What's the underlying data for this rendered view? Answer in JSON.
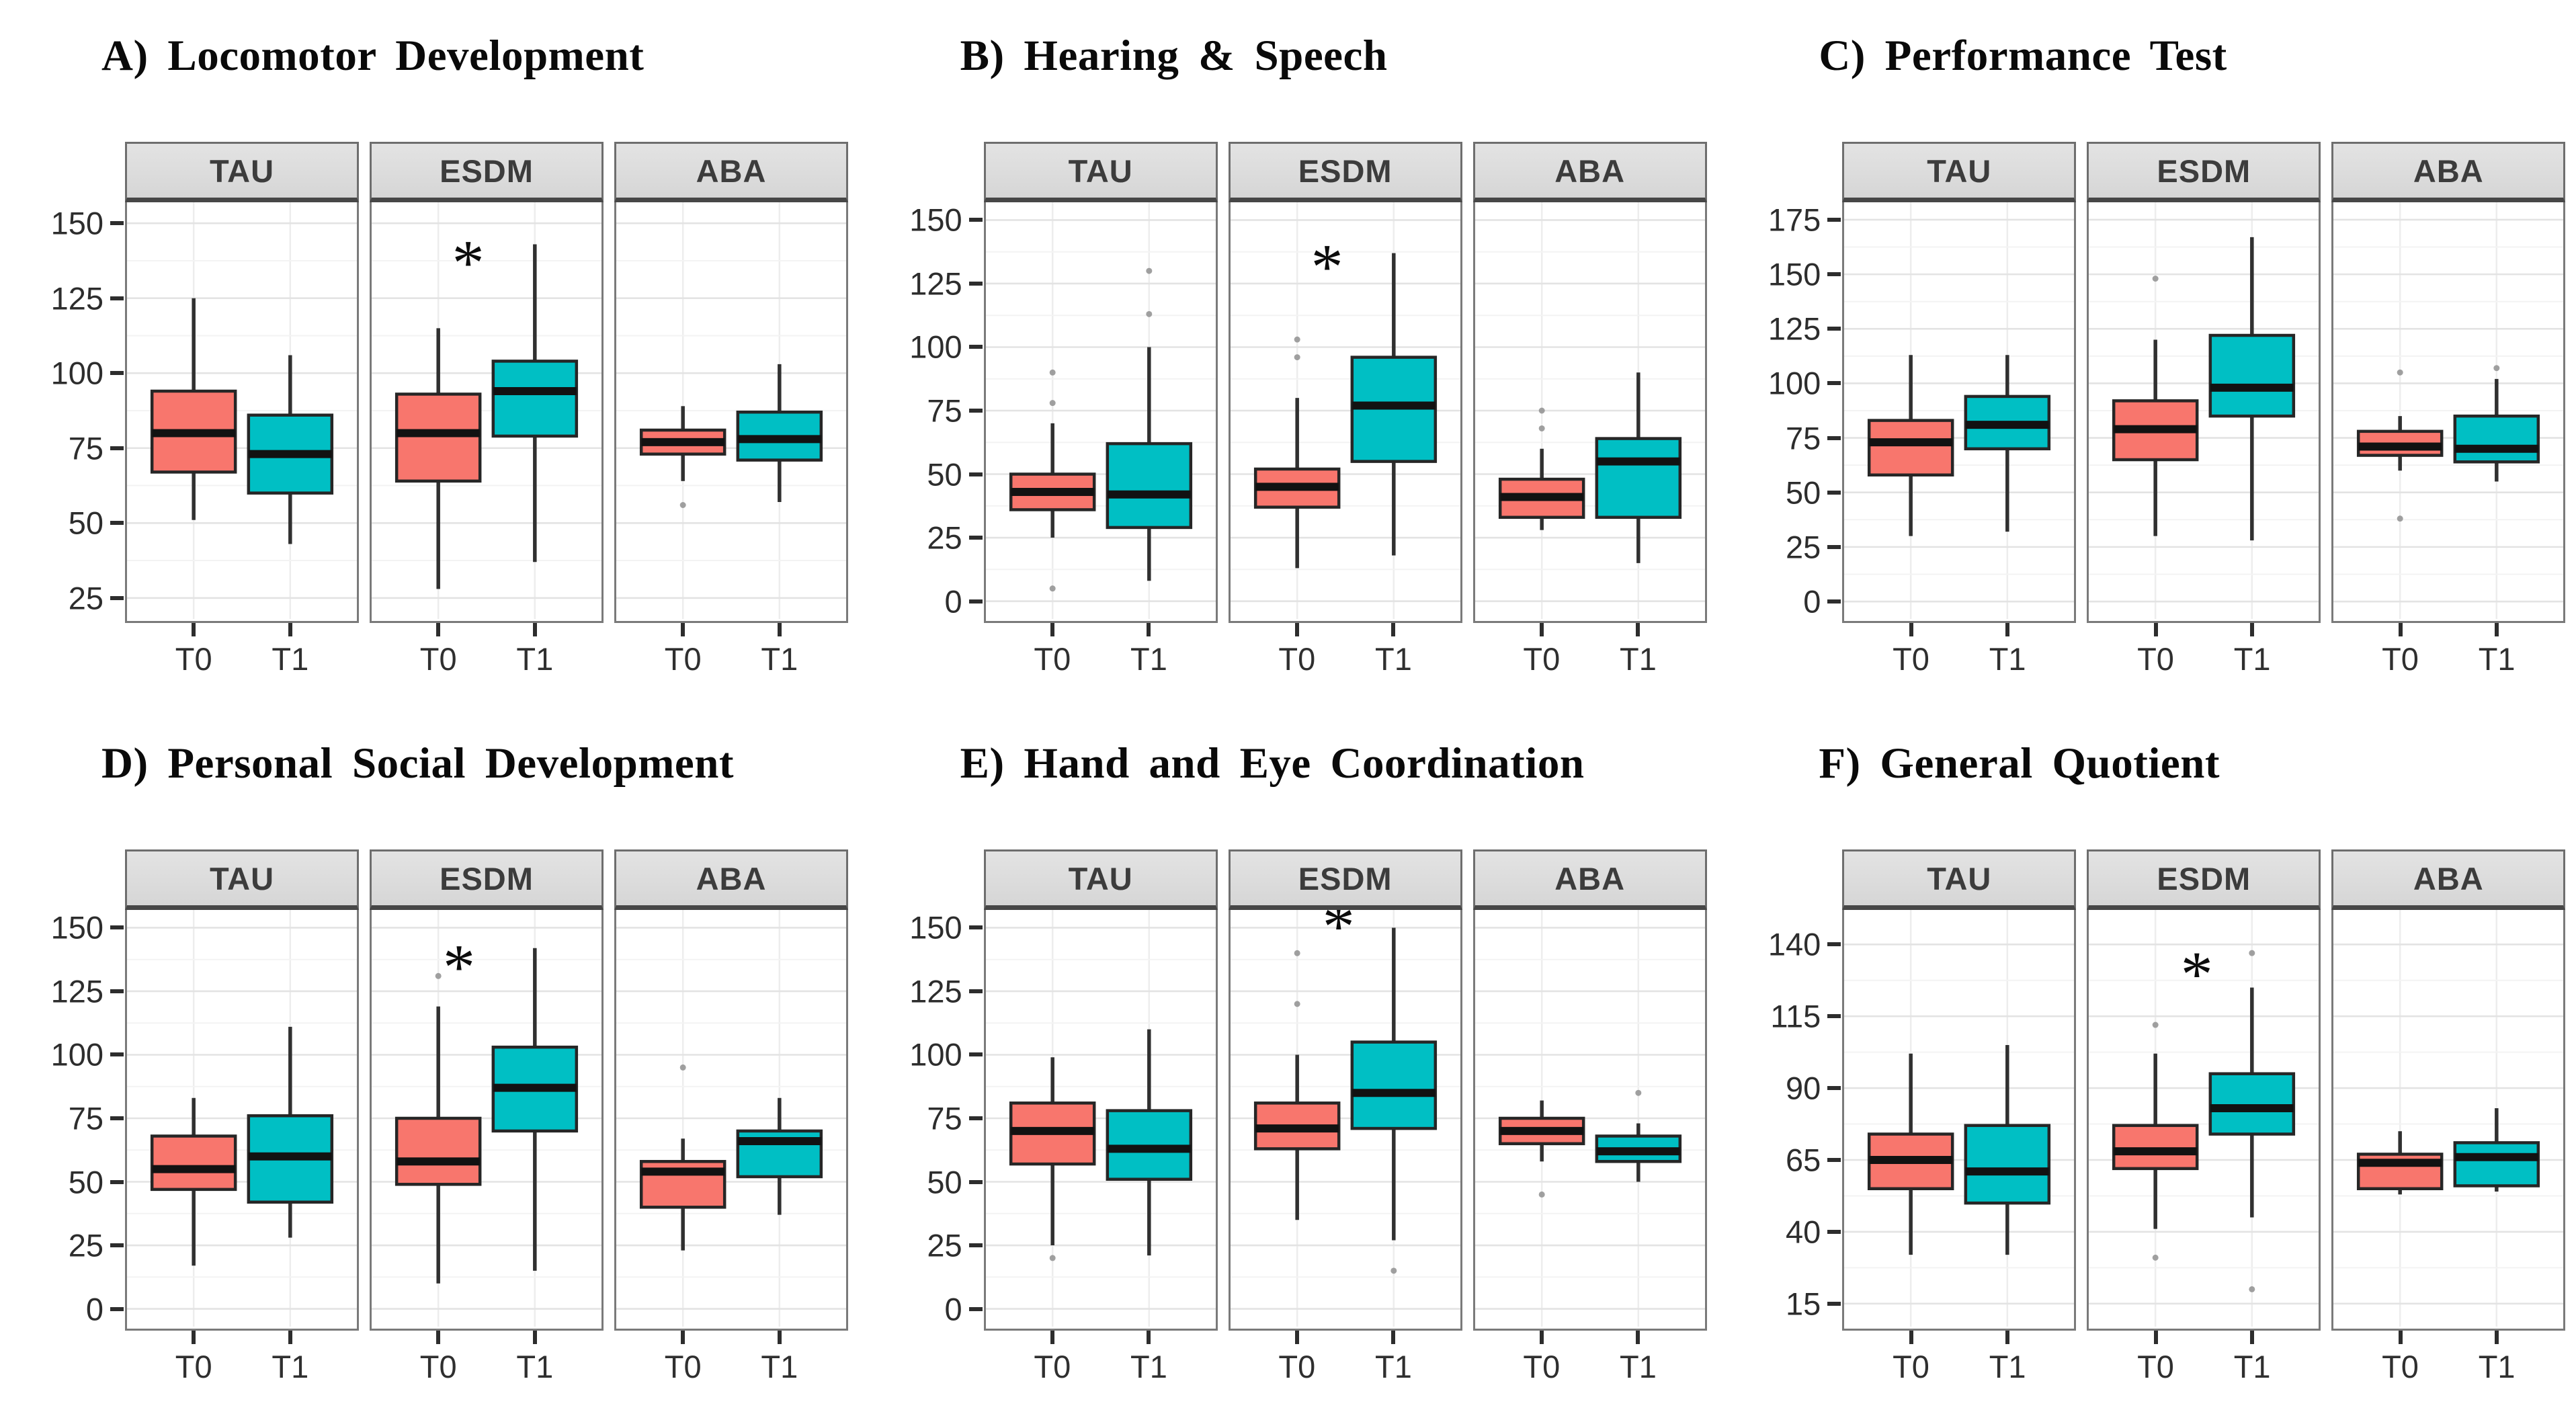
{
  "significance_marker": "*",
  "colors": {
    "t0": "#F8766D",
    "t1": "#00BFC4",
    "box_stroke": "#262626",
    "grid_major": "#e3e3e3",
    "grid_minor": "#f3f3f3",
    "outlier": "#8f8f8f",
    "strip_bg": "#dcdcdc"
  },
  "chart_data": [
    {
      "id": "A",
      "type": "boxplot",
      "title": "A) Locomotor Development",
      "x_categories": [
        "T0",
        "T1"
      ],
      "y_ticks": [
        150,
        125,
        100,
        75,
        50,
        25
      ],
      "y_min": 18,
      "y_max": 157,
      "grid": true,
      "facets": [
        {
          "label": "TAU",
          "boxes": [
            {
              "t": "T0",
              "lo": 51,
              "q1": 67,
              "med": 80,
              "q3": 94,
              "hi": 125,
              "out": []
            },
            {
              "t": "T1",
              "lo": 43,
              "q1": 60,
              "med": 73,
              "q3": 86,
              "hi": 106,
              "out": []
            }
          ]
        },
        {
          "label": "ESDM",
          "star": {
            "x": 0.42,
            "y": 138
          },
          "boxes": [
            {
              "t": "T0",
              "lo": 28,
              "q1": 64,
              "med": 80,
              "q3": 93,
              "hi": 115,
              "out": []
            },
            {
              "t": "T1",
              "lo": 37,
              "q1": 79,
              "med": 94,
              "q3": 104,
              "hi": 143,
              "out": []
            }
          ]
        },
        {
          "label": "ABA",
          "boxes": [
            {
              "t": "T0",
              "lo": 64,
              "q1": 73,
              "med": 77,
              "q3": 81,
              "hi": 89,
              "out": [
                56
              ]
            },
            {
              "t": "T1",
              "lo": 57,
              "q1": 71,
              "med": 78,
              "q3": 87,
              "hi": 103,
              "out": []
            }
          ]
        }
      ]
    },
    {
      "id": "B",
      "type": "boxplot",
      "title": "B) Hearing & Speech",
      "x_categories": [
        "T0",
        "T1"
      ],
      "y_ticks": [
        150,
        125,
        100,
        75,
        50,
        25,
        0
      ],
      "y_min": -7,
      "y_max": 157,
      "grid": true,
      "facets": [
        {
          "label": "TAU",
          "boxes": [
            {
              "t": "T0",
              "lo": 25,
              "q1": 36,
              "med": 43,
              "q3": 50,
              "hi": 70,
              "out": [
                78,
                90,
                5
              ]
            },
            {
              "t": "T1",
              "lo": 8,
              "q1": 29,
              "med": 42,
              "q3": 62,
              "hi": 100,
              "out": [
                113,
                130
              ]
            }
          ]
        },
        {
          "label": "ESDM",
          "star": {
            "x": 0.42,
            "y": 133
          },
          "boxes": [
            {
              "t": "T0",
              "lo": 13,
              "q1": 37,
              "med": 45,
              "q3": 52,
              "hi": 80,
              "out": [
                96,
                103
              ]
            },
            {
              "t": "T1",
              "lo": 18,
              "q1": 55,
              "med": 77,
              "q3": 96,
              "hi": 137,
              "out": []
            }
          ]
        },
        {
          "label": "ABA",
          "boxes": [
            {
              "t": "T0",
              "lo": 28,
              "q1": 33,
              "med": 41,
              "q3": 48,
              "hi": 60,
              "out": [
                68,
                75
              ]
            },
            {
              "t": "T1",
              "lo": 15,
              "q1": 33,
              "med": 55,
              "q3": 64,
              "hi": 90,
              "out": []
            }
          ]
        }
      ]
    },
    {
      "id": "C",
      "type": "boxplot",
      "title": "C) Performance Test",
      "x_categories": [
        "T0",
        "T1"
      ],
      "y_ticks": [
        175,
        150,
        125,
        100,
        75,
        50,
        25,
        0
      ],
      "y_min": -8,
      "y_max": 183,
      "grid": true,
      "facets": [
        {
          "label": "TAU",
          "boxes": [
            {
              "t": "T0",
              "lo": 30,
              "q1": 58,
              "med": 73,
              "q3": 83,
              "hi": 113,
              "out": []
            },
            {
              "t": "T1",
              "lo": 32,
              "q1": 70,
              "med": 81,
              "q3": 94,
              "hi": 113,
              "out": []
            }
          ]
        },
        {
          "label": "ESDM",
          "boxes": [
            {
              "t": "T0",
              "lo": 30,
              "q1": 65,
              "med": 79,
              "q3": 92,
              "hi": 120,
              "out": [
                148
              ]
            },
            {
              "t": "T1",
              "lo": 28,
              "q1": 85,
              "med": 98,
              "q3": 122,
              "hi": 167,
              "out": []
            }
          ]
        },
        {
          "label": "ABA",
          "boxes": [
            {
              "t": "T0",
              "lo": 60,
              "q1": 67,
              "med": 71,
              "q3": 78,
              "hi": 85,
              "out": [
                105,
                38
              ]
            },
            {
              "t": "T1",
              "lo": 55,
              "q1": 64,
              "med": 70,
              "q3": 85,
              "hi": 102,
              "out": [
                107
              ]
            }
          ]
        }
      ]
    },
    {
      "id": "D",
      "type": "boxplot",
      "title": "D) Personal Social Development",
      "x_categories": [
        "T0",
        "T1"
      ],
      "y_ticks": [
        150,
        125,
        100,
        75,
        50,
        25,
        0
      ],
      "y_min": -7,
      "y_max": 157,
      "grid": true,
      "facets": [
        {
          "label": "TAU",
          "boxes": [
            {
              "t": "T0",
              "lo": 17,
              "q1": 47,
              "med": 55,
              "q3": 68,
              "hi": 83,
              "out": []
            },
            {
              "t": "T1",
              "lo": 28,
              "q1": 42,
              "med": 60,
              "q3": 76,
              "hi": 111,
              "out": []
            }
          ]
        },
        {
          "label": "ESDM",
          "star": {
            "x": 0.38,
            "y": 136
          },
          "boxes": [
            {
              "t": "T0",
              "lo": 10,
              "q1": 49,
              "med": 58,
              "q3": 75,
              "hi": 119,
              "out": [
                131
              ]
            },
            {
              "t": "T1",
              "lo": 15,
              "q1": 70,
              "med": 87,
              "q3": 103,
              "hi": 142,
              "out": []
            }
          ]
        },
        {
          "label": "ABA",
          "boxes": [
            {
              "t": "T0",
              "lo": 23,
              "q1": 40,
              "med": 54,
              "q3": 58,
              "hi": 67,
              "out": [
                95
              ]
            },
            {
              "t": "T1",
              "lo": 37,
              "q1": 52,
              "med": 66,
              "q3": 70,
              "hi": 83,
              "out": []
            }
          ]
        }
      ]
    },
    {
      "id": "E",
      "type": "boxplot",
      "title": "E) Hand and Eye Coordination",
      "x_categories": [
        "T0",
        "T1"
      ],
      "y_ticks": [
        150,
        125,
        100,
        75,
        50,
        25,
        0
      ],
      "y_min": -7,
      "y_max": 157,
      "grid": true,
      "facets": [
        {
          "label": "TAU",
          "boxes": [
            {
              "t": "T0",
              "lo": 25,
              "q1": 57,
              "med": 70,
              "q3": 81,
              "hi": 99,
              "out": [
                20
              ]
            },
            {
              "t": "T1",
              "lo": 21,
              "q1": 51,
              "med": 63,
              "q3": 78,
              "hi": 110,
              "out": []
            }
          ]
        },
        {
          "label": "ESDM",
          "star": {
            "x": 0.47,
            "y": 152
          },
          "boxes": [
            {
              "t": "T0",
              "lo": 35,
              "q1": 63,
              "med": 71,
              "q3": 81,
              "hi": 100,
              "out": [
                120,
                140
              ]
            },
            {
              "t": "T1",
              "lo": 27,
              "q1": 71,
              "med": 85,
              "q3": 105,
              "hi": 150,
              "out": [
                15
              ]
            }
          ]
        },
        {
          "label": "ABA",
          "boxes": [
            {
              "t": "T0",
              "lo": 58,
              "q1": 65,
              "med": 70,
              "q3": 75,
              "hi": 82,
              "out": [
                45
              ]
            },
            {
              "t": "T1",
              "lo": 50,
              "q1": 58,
              "med": 62,
              "q3": 68,
              "hi": 73,
              "out": [
                85
              ]
            }
          ]
        }
      ]
    },
    {
      "id": "F",
      "type": "boxplot",
      "title": "F) General Quotient",
      "x_categories": [
        "T0",
        "T1"
      ],
      "y_ticks": [
        140,
        115,
        90,
        65,
        40,
        15
      ],
      "y_min": 7,
      "y_max": 152,
      "grid": true,
      "facets": [
        {
          "label": "TAU",
          "boxes": [
            {
              "t": "T0",
              "lo": 32,
              "q1": 55,
              "med": 65,
              "q3": 74,
              "hi": 102,
              "out": []
            },
            {
              "t": "T1",
              "lo": 32,
              "q1": 50,
              "med": 61,
              "q3": 77,
              "hi": 105,
              "out": []
            }
          ]
        },
        {
          "label": "ESDM",
          "star": {
            "x": 0.47,
            "y": 131
          },
          "boxes": [
            {
              "t": "T0",
              "lo": 41,
              "q1": 62,
              "med": 68,
              "q3": 77,
              "hi": 102,
              "out": [
                112,
                31
              ]
            },
            {
              "t": "T1",
              "lo": 45,
              "q1": 74,
              "med": 83,
              "q3": 95,
              "hi": 125,
              "out": [
                137,
                20
              ]
            }
          ]
        },
        {
          "label": "ABA",
          "boxes": [
            {
              "t": "T0",
              "lo": 53,
              "q1": 55,
              "med": 64,
              "q3": 67,
              "hi": 75,
              "out": []
            },
            {
              "t": "T1",
              "lo": 54,
              "q1": 56,
              "med": 66,
              "q3": 71,
              "hi": 83,
              "out": []
            }
          ]
        }
      ]
    }
  ]
}
